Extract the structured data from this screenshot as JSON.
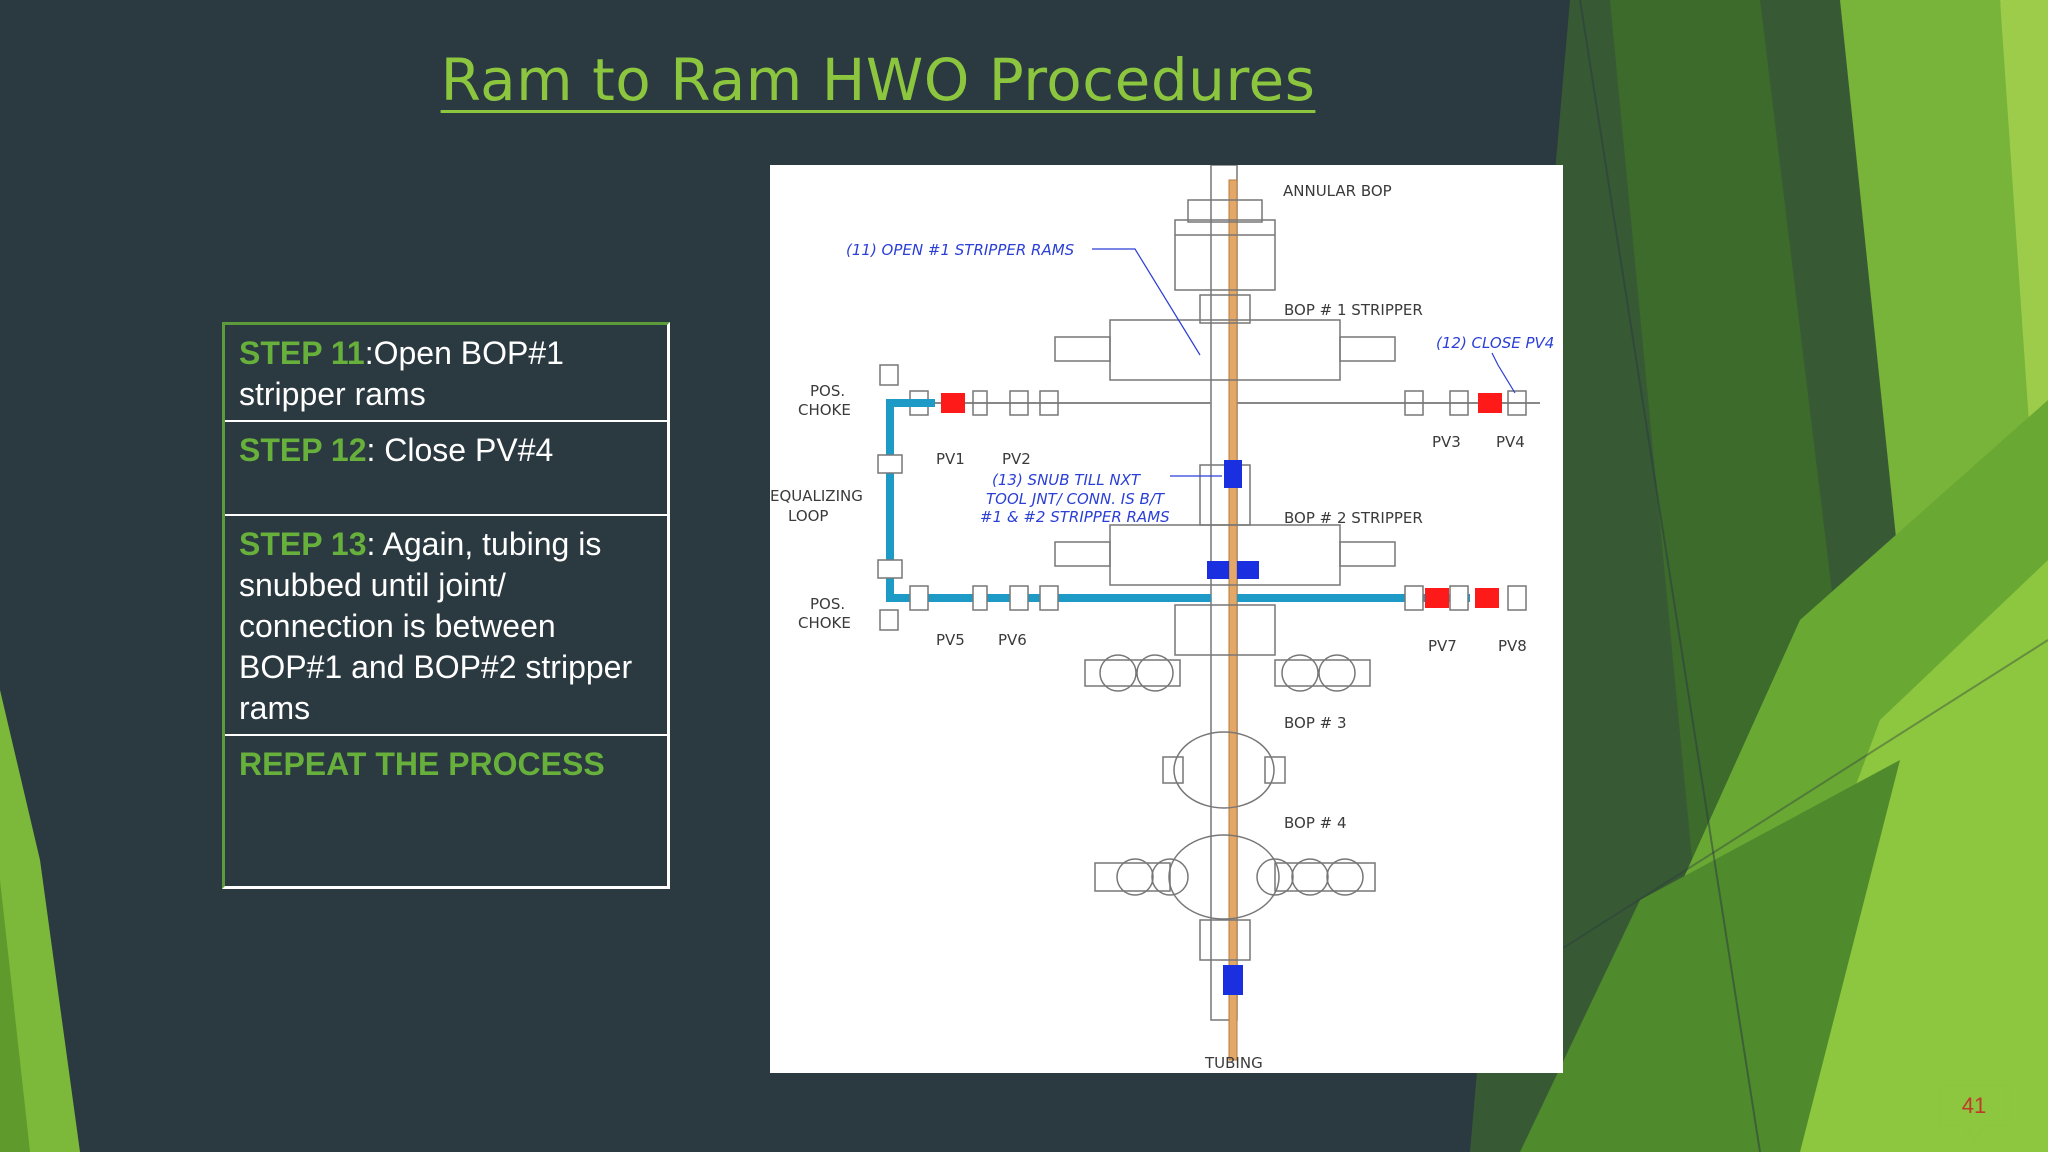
{
  "title": "Ram to Ram HWO Procedures",
  "steps": [
    {
      "label": "STEP 11",
      "text": ":Open BOP#1 stripper rams"
    },
    {
      "label": "STEP 12",
      "text": ": Close PV#4"
    },
    {
      "label": "STEP 13",
      "text": ": Again, tubing is snubbed until joint/ connection is between BOP#1 and BOP#2 stripper rams"
    }
  ],
  "repeat_text": "REPEAT THE PROCESS",
  "diagram": {
    "labels": {
      "annular": "ANNULAR BOP",
      "bop1": "BOP # 1 STRIPPER",
      "bop2": "BOP # 2 STRIPPER",
      "bop3": "BOP # 3",
      "bop4": "BOP # 4",
      "tubing": "TUBING",
      "pos_choke_1a": "POS.",
      "pos_choke_1b": "CHOKE",
      "pos_choke_2a": "POS.",
      "pos_choke_2b": "CHOKE",
      "equalizing_a": "EQUALIZING",
      "equalizing_b": "LOOP",
      "pv1": "PV1",
      "pv2": "PV2",
      "pv3": "PV3",
      "pv4": "PV4",
      "pv5": "PV5",
      "pv6": "PV6",
      "pv7": "PV7",
      "pv8": "PV8"
    },
    "notes": {
      "n11": "(11) OPEN #1 STRIPPER RAMS",
      "n12": "(12) CLOSE PV4",
      "n13a": "(13) SNUB TILL NXT",
      "n13b": "TOOL JNT/ CONN. IS B/T",
      "n13c": "#1 & #2 STRIPPER RAMS"
    },
    "colors": {
      "loop": "#1d9ac6",
      "closed_valve": "#ff1a1a",
      "ram_block": "#1a2fe0",
      "tubing": "#e0a060"
    }
  },
  "page_number": "41",
  "colors": {
    "background": "#2b3940",
    "accent": "#8cc63f",
    "step_label": "#67b03c"
  }
}
